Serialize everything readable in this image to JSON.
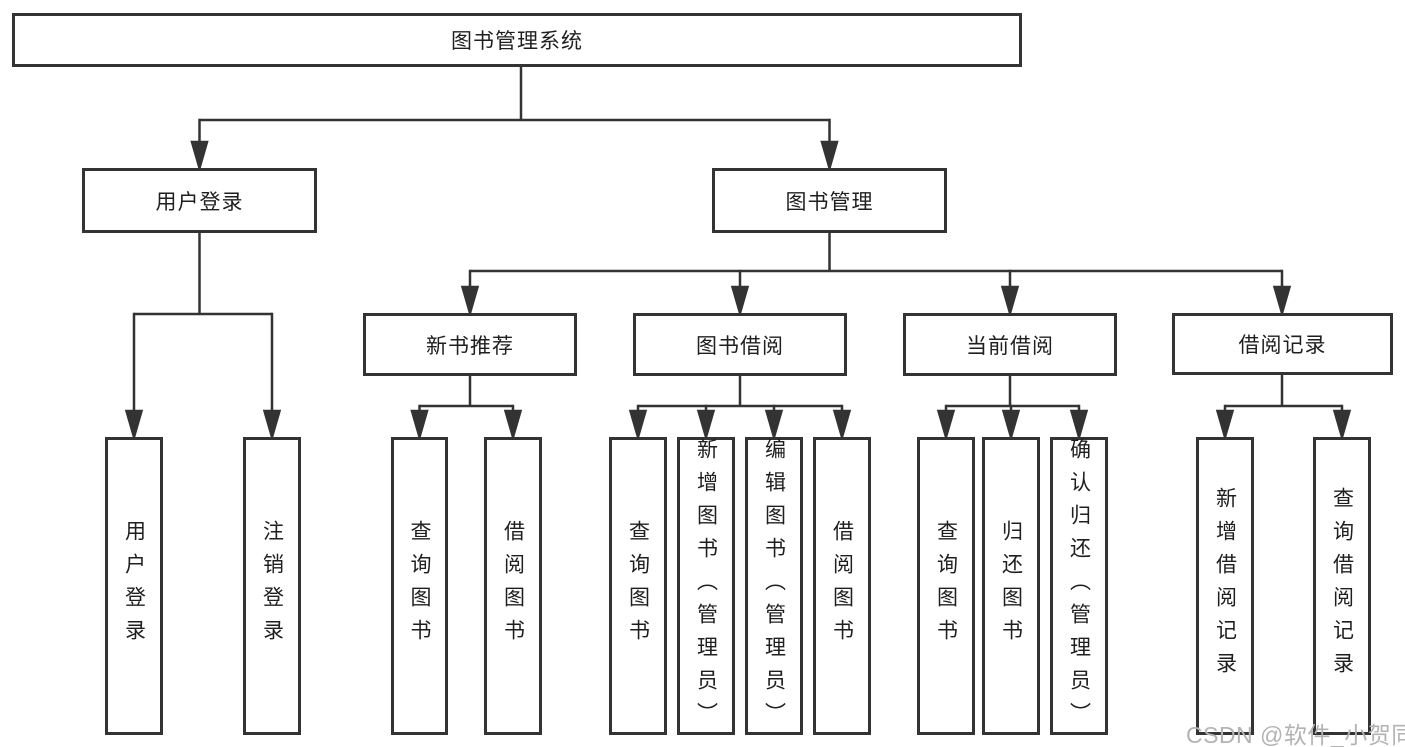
{
  "tree": {
    "root": {
      "label": "图书管理系统"
    },
    "user_login": {
      "label": "用户登录",
      "children": [
        {
          "label": "用户登录"
        },
        {
          "label": "注销登录"
        }
      ]
    },
    "book_mgmt": {
      "label": "图书管理",
      "sections": [
        {
          "label": "新书推荐",
          "children": [
            {
              "label": "查询图书"
            },
            {
              "label": "借阅图书"
            }
          ]
        },
        {
          "label": "图书借阅",
          "children": [
            {
              "label": "查询图书"
            },
            {
              "label": "新增图书（管理员）"
            },
            {
              "label": "编辑图书（管理员）"
            },
            {
              "label": "借阅图书"
            }
          ]
        },
        {
          "label": "当前借阅",
          "children": [
            {
              "label": "查询图书"
            },
            {
              "label": "归还图书"
            },
            {
              "label": "确认归还（管理员）"
            }
          ]
        },
        {
          "label": "借阅记录",
          "children": [
            {
              "label": "新增借阅记录"
            },
            {
              "label": "查询借阅记录"
            }
          ]
        }
      ]
    }
  },
  "watermark": {
    "text": "CSDN @软件_小贺同学",
    "color": "#b3b3b3"
  },
  "colors": {
    "line": "#333333",
    "box_border": "#333333",
    "text": "#1f1f1f",
    "background": "#ffffff"
  }
}
